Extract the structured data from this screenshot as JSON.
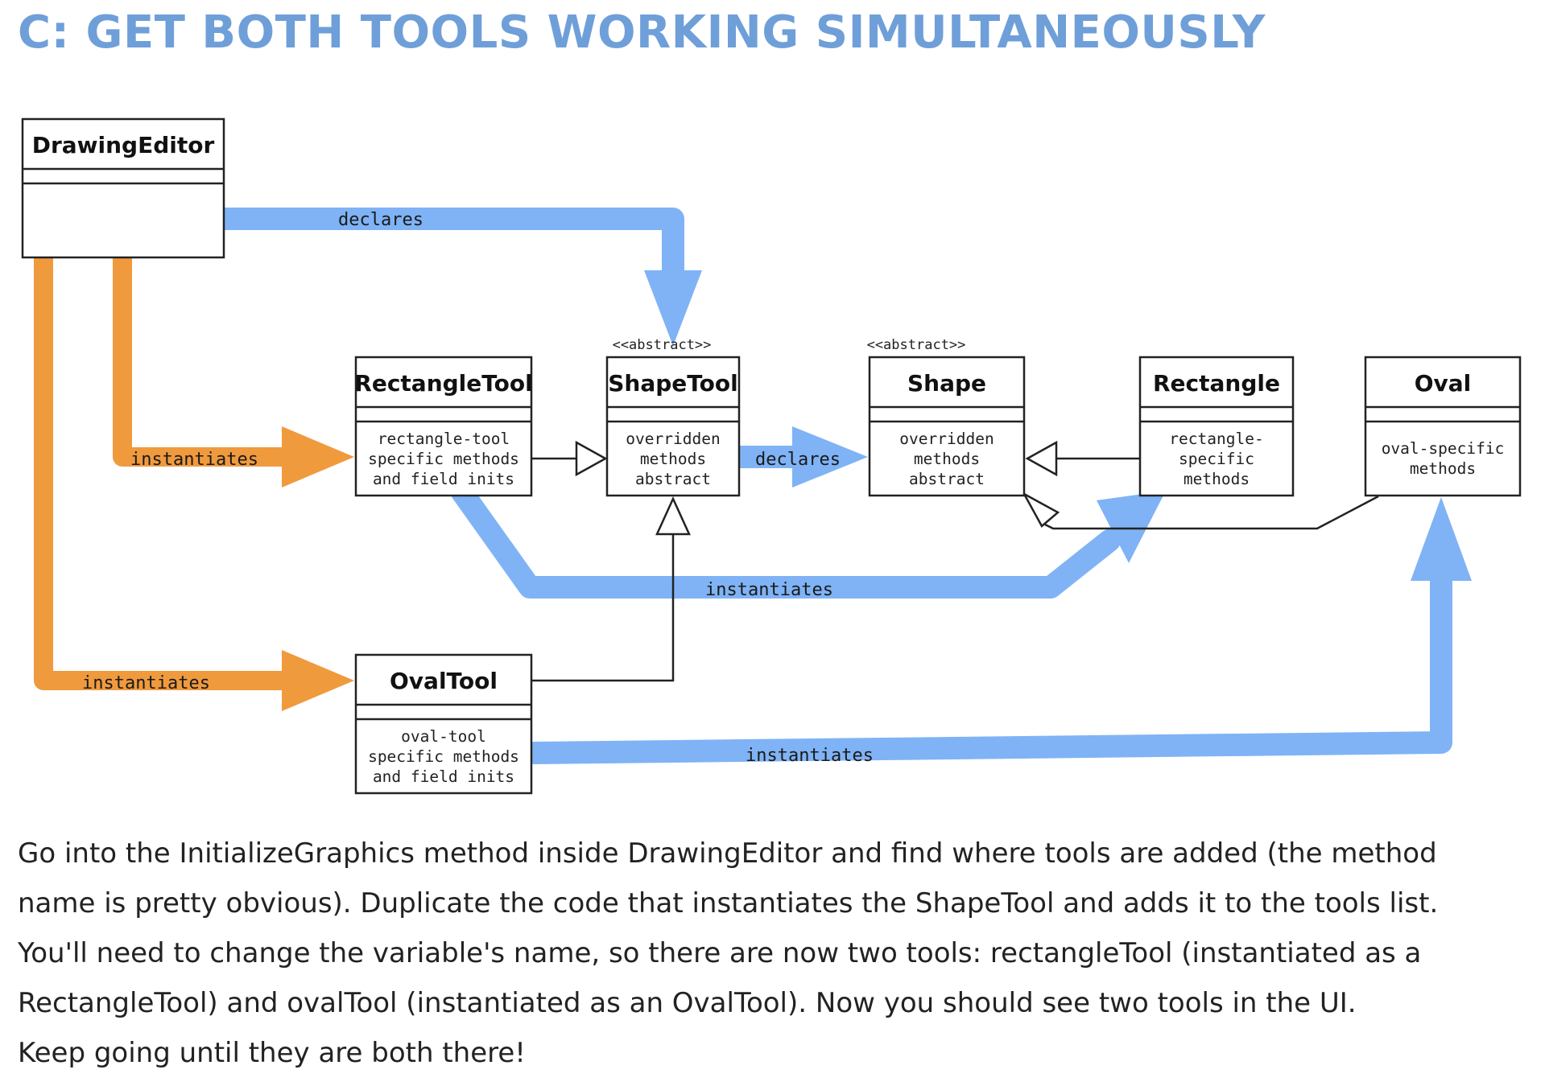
{
  "heading": "C: GET BOTH TOOLS WORKING SIMULTANEOUSLY",
  "colors": {
    "heading": "#6f9fd8",
    "blue_arrow": "#7fb3f5",
    "orange_arrow": "#f09a3e"
  },
  "classes": {
    "drawing_editor": {
      "name": "DrawingEditor"
    },
    "rectangle_tool": {
      "name": "RectangleTool",
      "body": [
        "rectangle-tool",
        "specific methods",
        "and field inits"
      ]
    },
    "shape_tool": {
      "stereotype": "<<abstract>>",
      "name": "ShapeTool",
      "body": [
        "overridden",
        "methods",
        "abstract"
      ]
    },
    "shape": {
      "stereotype": "<<abstract>>",
      "name": "Shape",
      "body": [
        "overridden",
        "methods",
        "abstract"
      ]
    },
    "rectangle": {
      "name": "Rectangle",
      "body": [
        "rectangle-",
        "specific",
        "methods"
      ]
    },
    "oval": {
      "name": "Oval",
      "body": [
        "oval-specific",
        "methods"
      ]
    },
    "oval_tool": {
      "name": "OvalTool",
      "body": [
        "oval-tool",
        "specific methods",
        "and field inits"
      ]
    }
  },
  "edges": {
    "editor_declares_shapetool": "declares",
    "editor_instantiates_rectangletool": "instantiates",
    "editor_instantiates_ovaltool": "instantiates",
    "shapetool_declares_shape": "declares",
    "rectangletool_instantiates_rectangle": "instantiates",
    "ovaltool_instantiates_oval": "instantiates"
  },
  "instructions": [
    "Go into the InitializeGraphics method inside DrawingEditor and find where tools are added (the method",
    "name is pretty obvious).  Duplicate the code that instantiates the ShapeTool and adds it to the tools list.",
    " You'll need to change the variable's name, so there are now two tools: rectangleTool (instantiated as a",
    "RectangleTool) and ovalTool (instantiated as an OvalTool).   Now you should see two tools in the UI.",
    " Keep going until they are both there!"
  ]
}
